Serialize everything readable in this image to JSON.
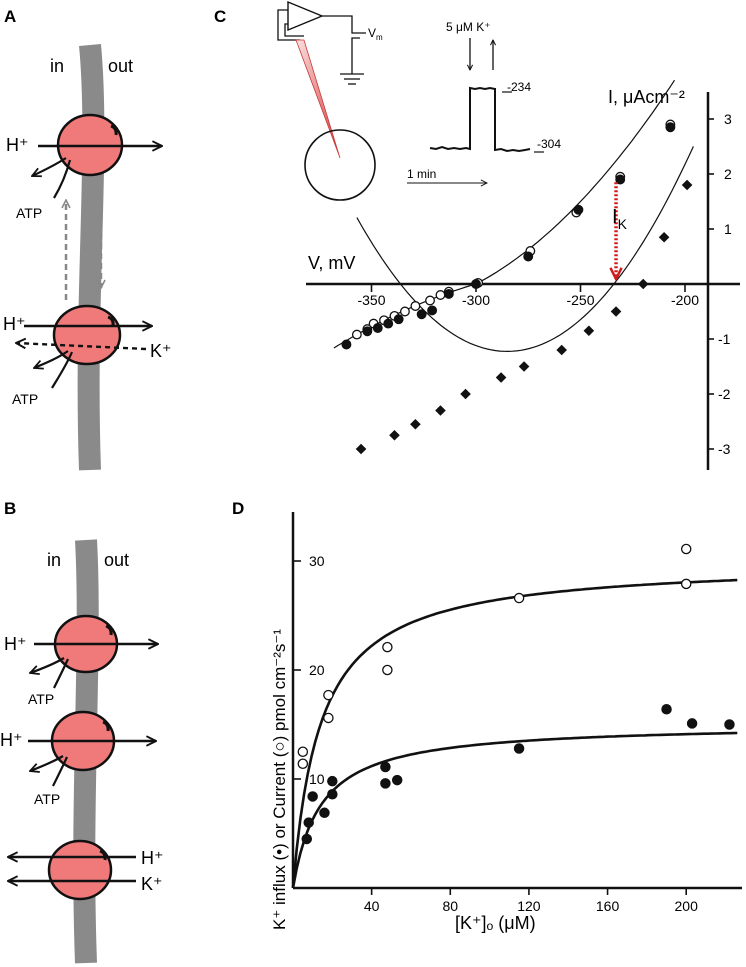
{
  "panels": {
    "a": {
      "letter": "A",
      "side_in": "in",
      "side_out": "out",
      "pump_top": {
        "proton": "H⁺",
        "atp": "ATP"
      },
      "pump_bottom": {
        "proton": "H⁺",
        "potassium": "K⁺",
        "atp": "ATP"
      }
    },
    "b": {
      "letter": "B",
      "side_in": "in",
      "side_out": "out",
      "pump1": {
        "proton": "H⁺",
        "atp": "ATP"
      },
      "pump2": {
        "proton": "H⁺",
        "atp": "ATP"
      },
      "symporter": {
        "proton": "H⁺",
        "potassium": "K⁺"
      }
    },
    "c": {
      "letter": "C",
      "vm_label": "V",
      "vm_sub": "m",
      "trace_label": "5 μM K⁺",
      "trace_high": "-234",
      "trace_low": "-304",
      "time_scale": "1 min",
      "ik_label": "I",
      "ik_sub": "K"
    },
    "d": {
      "letter": "D"
    }
  },
  "chart_data": [
    {
      "type": "scatter",
      "panel": "C",
      "xlabel": "V, mV",
      "ylabel": "I, μAcm⁻²",
      "xlim": [
        -375,
        -193
      ],
      "ylim": [
        -3.4,
        3.5
      ],
      "xticks": [
        -350,
        -300,
        -250,
        -200
      ],
      "xtick_labels": [
        "-350",
        "-300",
        "-250",
        "-200"
      ],
      "yticks": [
        -3,
        -2,
        -1,
        1,
        2,
        3
      ],
      "ytick_labels": [
        "-3",
        "-2",
        "-1",
        "1",
        "2",
        "3"
      ],
      "series": [
        {
          "marker": "open-circle",
          "x": [
            -357,
            -352,
            -349,
            -344,
            -339,
            -334,
            -329,
            -322,
            -317,
            -313,
            -299,
            -274,
            -252,
            -231,
            -207
          ],
          "y": [
            -0.92,
            -0.82,
            -0.72,
            -0.66,
            -0.58,
            -0.5,
            -0.4,
            -0.3,
            -0.2,
            -0.14,
            0.02,
            0.6,
            1.3,
            1.95,
            2.9
          ]
        },
        {
          "marker": "filled-circle",
          "x": [
            -362,
            -352,
            -347,
            -342,
            -337,
            -326,
            -321,
            -313,
            -300,
            -275,
            -251,
            -231,
            -207
          ],
          "y": [
            -1.1,
            -0.86,
            -0.8,
            -0.72,
            -0.64,
            -0.55,
            -0.48,
            -0.18,
            0.0,
            0.5,
            1.35,
            1.9,
            2.85
          ]
        },
        {
          "marker": "filled-diamond",
          "x": [
            -355,
            -339,
            -329,
            -317,
            -305,
            -288,
            -277,
            -259,
            -246,
            -233,
            -220,
            -210,
            -199
          ],
          "y": [
            -3.0,
            -2.75,
            -2.55,
            -2.3,
            -2.0,
            -1.7,
            -1.5,
            -1.2,
            -0.85,
            -0.5,
            0.0,
            0.85,
            1.8
          ]
        }
      ],
      "fit_lines": 2,
      "annotation": {
        "label": "I_K",
        "x": -233,
        "from_y": 1.85,
        "to_y": 0.0,
        "color": "#d01c1c"
      }
    },
    {
      "type": "scatter",
      "panel": "D",
      "xlabel": "[K⁺]ₒ  (μM)",
      "ylabel": "K⁺ influx (•) or Current (○) pmol cm⁻²s⁻¹",
      "xlim": [
        0,
        226
      ],
      "ylim": [
        0,
        34
      ],
      "xticks": [
        40,
        80,
        120,
        160,
        200
      ],
      "xtick_labels": [
        "40",
        "80",
        "120",
        "160",
        "200"
      ],
      "yticks": [
        10,
        20,
        30
      ],
      "ytick_labels": [
        "10",
        "20",
        "30"
      ],
      "series": [
        {
          "marker": "open-circle",
          "x": [
            5,
            5,
            18,
            18,
            48,
            48,
            115,
            200,
            200
          ],
          "y": [
            12.5,
            11.4,
            17.7,
            15.6,
            22.1,
            20.0,
            26.6,
            31.1,
            27.9
          ]
        },
        {
          "marker": "filled-circle",
          "x": [
            7,
            8,
            10,
            16,
            20,
            20,
            47,
            47,
            53,
            115,
            190,
            203,
            222
          ],
          "y": [
            4.5,
            6.0,
            8.4,
            6.9,
            8.6,
            9.8,
            11.1,
            9.6,
            9.9,
            12.8,
            16.4,
            15.1,
            15.0
          ]
        }
      ],
      "fits": [
        {
          "vmax": 30.0,
          "km": 14
        },
        {
          "vmax": 15.1,
          "km": 14
        }
      ]
    }
  ]
}
